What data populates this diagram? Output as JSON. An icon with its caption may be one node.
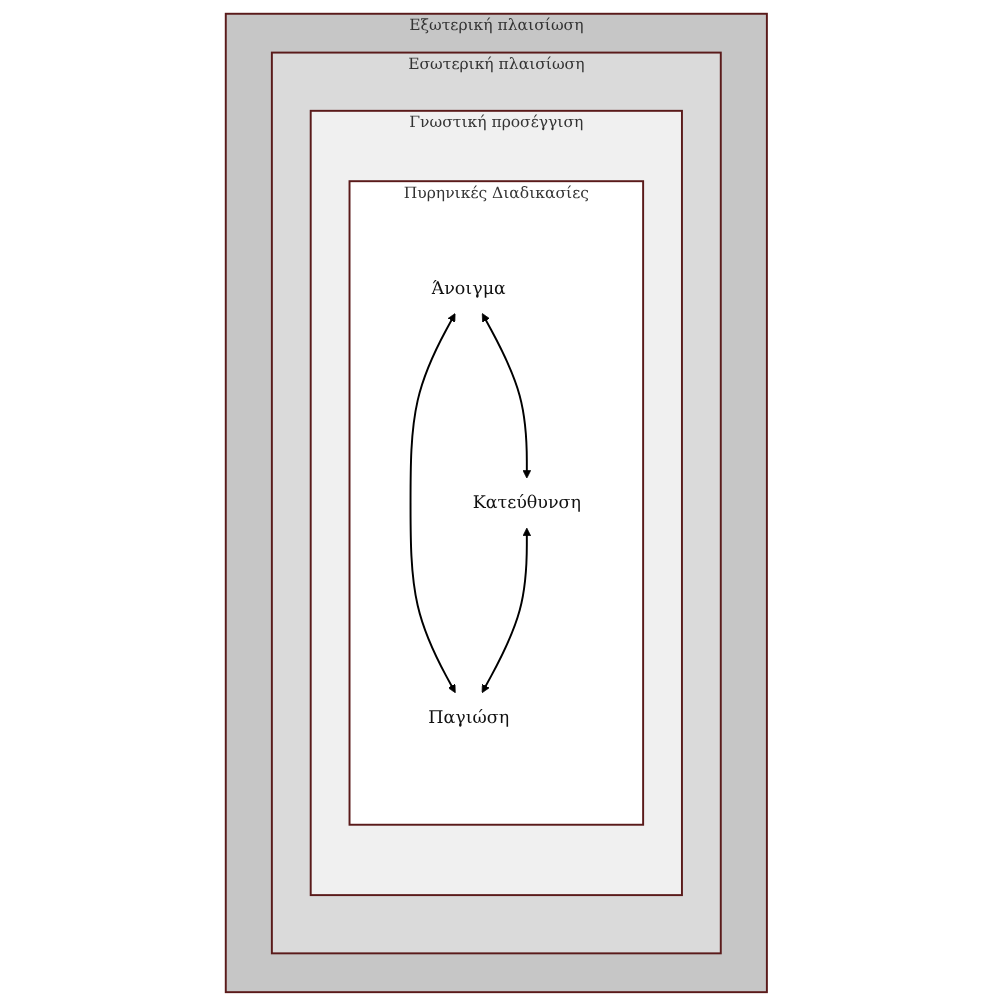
{
  "diagram": {
    "nodes": [
      {
        "text": [
          "Εξωτερική πλαισίωση"
        ]
      },
      {
        "text": [
          "Εσωτερική πλαισίωση"
        ],
        "in": 0
      },
      {
        "text": [
          "Γνωστική προσέγγιση"
        ],
        "in": 1
      },
      {
        "text": [
          "Πυρηνικές Διαδικασίες"
        ],
        "in": 2
      },
      {
        "text": [
          "Άνοιγμα"
        ],
        "in": 3
      },
      {
        "text": [
          "Κατεύθυνση"
        ],
        "in": 3
      },
      {
        "text": [
          "Παγιώση"
        ],
        "in": 3
      }
    ],
    "edges": [
      {
        "from": 4,
        "to": 5,
        "arrow": "both"
      },
      {
        "from": 4,
        "to": 6,
        "arrow": "both"
      },
      {
        "from": 5,
        "to": 6,
        "arrow": "both"
      }
    ]
  }
}
